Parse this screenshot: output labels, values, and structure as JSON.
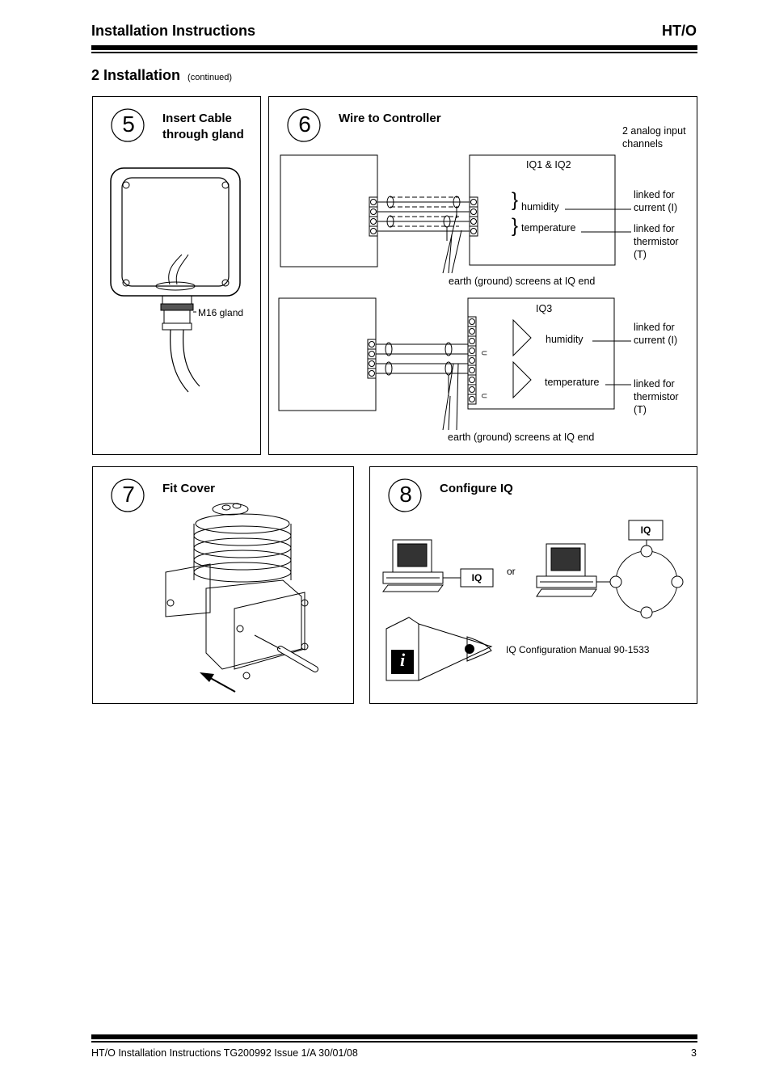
{
  "header": {
    "title": "Installation Instructions",
    "code": "HT/O"
  },
  "section": {
    "title": "2 Installation",
    "note": "(continued)"
  },
  "step5": {
    "number": "5",
    "title": "Insert Cable\nthrough gland",
    "gland_label": "M16 gland"
  },
  "step6": {
    "number": "6",
    "title": "Wire to Controller",
    "channels_note": "2 analog input\nchannels",
    "top": {
      "device": "IQ1 & IQ2",
      "humidity": "humidity",
      "temperature": "temperature",
      "linked_current": "linked for\ncurrent  (I)",
      "linked_thermistor": "linked for\nthermistor\n(T)",
      "earth_note": "earth  (ground)  screens  at  IQ  end"
    },
    "bottom": {
      "device": "IQ3",
      "humidity": "humidity",
      "temperature": "temperature",
      "linked_current": "linked for\ncurrent  (I)",
      "linked_thermistor": "linked for\nthermistor\n(T)",
      "earth_note": "earth  (ground)  screens  at  IQ  end"
    }
  },
  "step7": {
    "number": "7",
    "title": "Fit Cover"
  },
  "step8": {
    "number": "8",
    "title": "Configure IQ",
    "iq_box_1": "IQ",
    "or_text": "or",
    "iq_box_2": "IQ",
    "manual_icon": "i",
    "manual_ref": "IQ Configuration Manual 90-1533"
  },
  "footer": {
    "text": "HT/O Installation Instructions TG200992 Issue 1/A 30/01/08",
    "page": "3"
  }
}
